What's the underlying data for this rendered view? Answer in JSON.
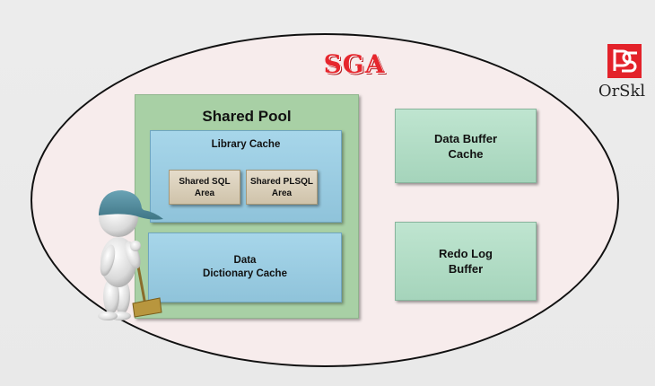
{
  "title": "SGA",
  "logo": {
    "text": "OrSkl",
    "color": "#e3222a"
  },
  "shared_pool": {
    "title": "Shared Pool",
    "library_cache": {
      "label": "Library Cache",
      "areas": [
        {
          "line1": "Shared SQL",
          "line2": "Area"
        },
        {
          "line1": "Shared PLSQL",
          "line2": "Area"
        }
      ]
    },
    "data_dictionary_cache": {
      "line1": "Data",
      "line2": "Dictionary Cache"
    }
  },
  "data_buffer_cache": {
    "line1": "Data Buffer",
    "line2": "Cache"
  },
  "redo_log_buffer": {
    "line1": "Redo Log",
    "line2": "Buffer"
  },
  "colors": {
    "title_red": "#e6262d",
    "shared_pool_green": "#a8d0a5",
    "cache_blue": "#9ccde2",
    "area_tan": "#dbd0bb",
    "buffer_green": "#b4ddc6",
    "sga_fill": "#f7ecec"
  }
}
